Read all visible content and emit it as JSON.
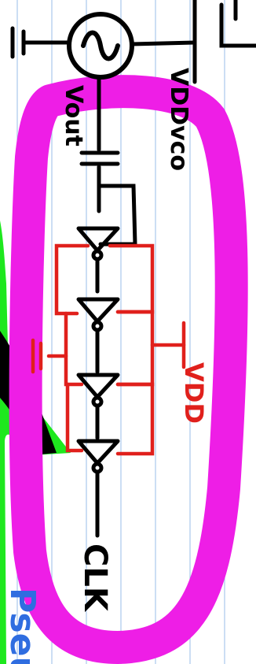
{
  "labels": {
    "vout": "Vout",
    "vddvco": "VDDvco",
    "vdd": "VDD",
    "clk": "CLK",
    "cutoff_text": "Pseu"
  },
  "colors": {
    "paper": "#ffffff",
    "rule_lines": "#a9c7ec",
    "ink": "#000000",
    "highlight_magenta": "#ee1ee6",
    "highlight_green": "#1ee81e",
    "red_ink": "#e0201c",
    "blue_text": "#2f6de0"
  }
}
